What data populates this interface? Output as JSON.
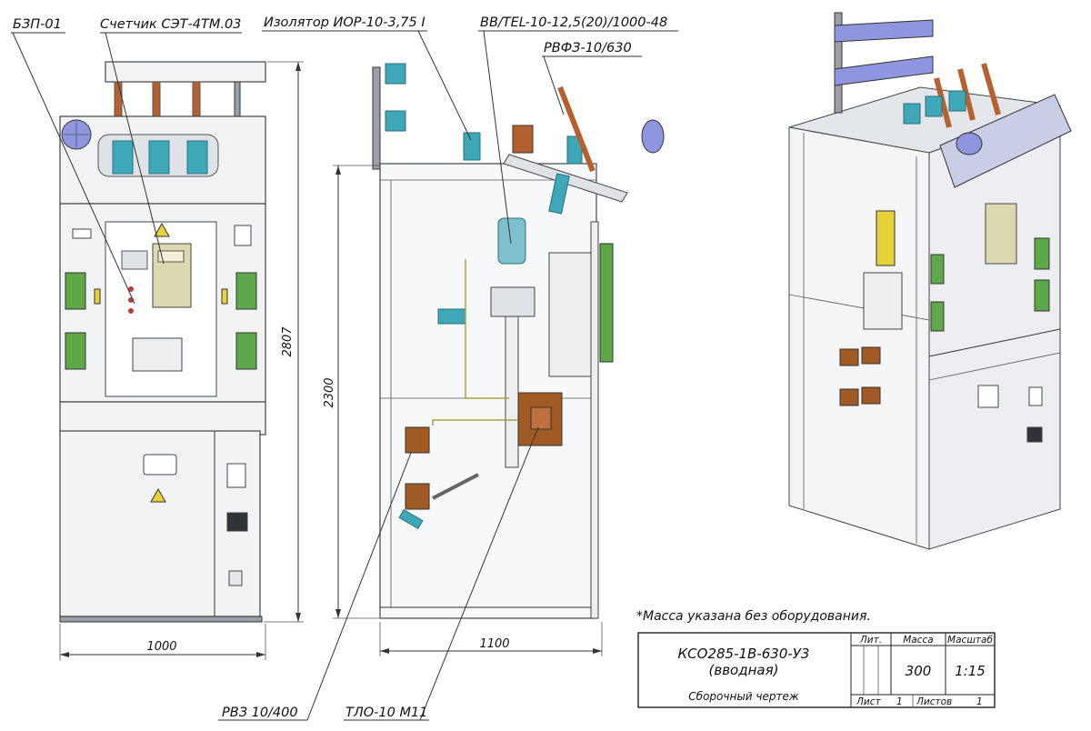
{
  "callouts": {
    "bzp": "БЗП-01",
    "meter": "Счетчик СЭТ-4ТМ.03",
    "insulator": "Изолятор ИОР-10-3,75 I",
    "breaker": "ВВ/TEL-10-12,5(20)/1000-48",
    "disconnector_top": "РВФЗ-10/630",
    "disconnector_bottom": "РВЗ 10/400",
    "ct": "ТЛО-10 М11"
  },
  "dimensions": {
    "front_height": "2807",
    "front_width": "1000",
    "side_height": "2300",
    "side_width": "1100"
  },
  "note": "*Масса указана без оборудования.",
  "title_block": {
    "designation": "КСО285-1В-630-У3",
    "subtitle": "(вводная)",
    "doc_type": "Сборочный чертеж",
    "col_lit": "Лит.",
    "col_mass": "Масса",
    "col_scale": "Масштаб",
    "mass": "300",
    "scale": "1:15",
    "sheet_label": "Лист",
    "sheet_value": "1",
    "sheets_label": "Листов",
    "sheets_value": "1"
  },
  "colors": {
    "insulator": "#3ea8b8",
    "copper": "#b5612f",
    "green_device": "#5fa84a",
    "yellow": "#e8d23c",
    "blue_bus": "#8f96e0",
    "ct_brown": "#a25a24"
  }
}
